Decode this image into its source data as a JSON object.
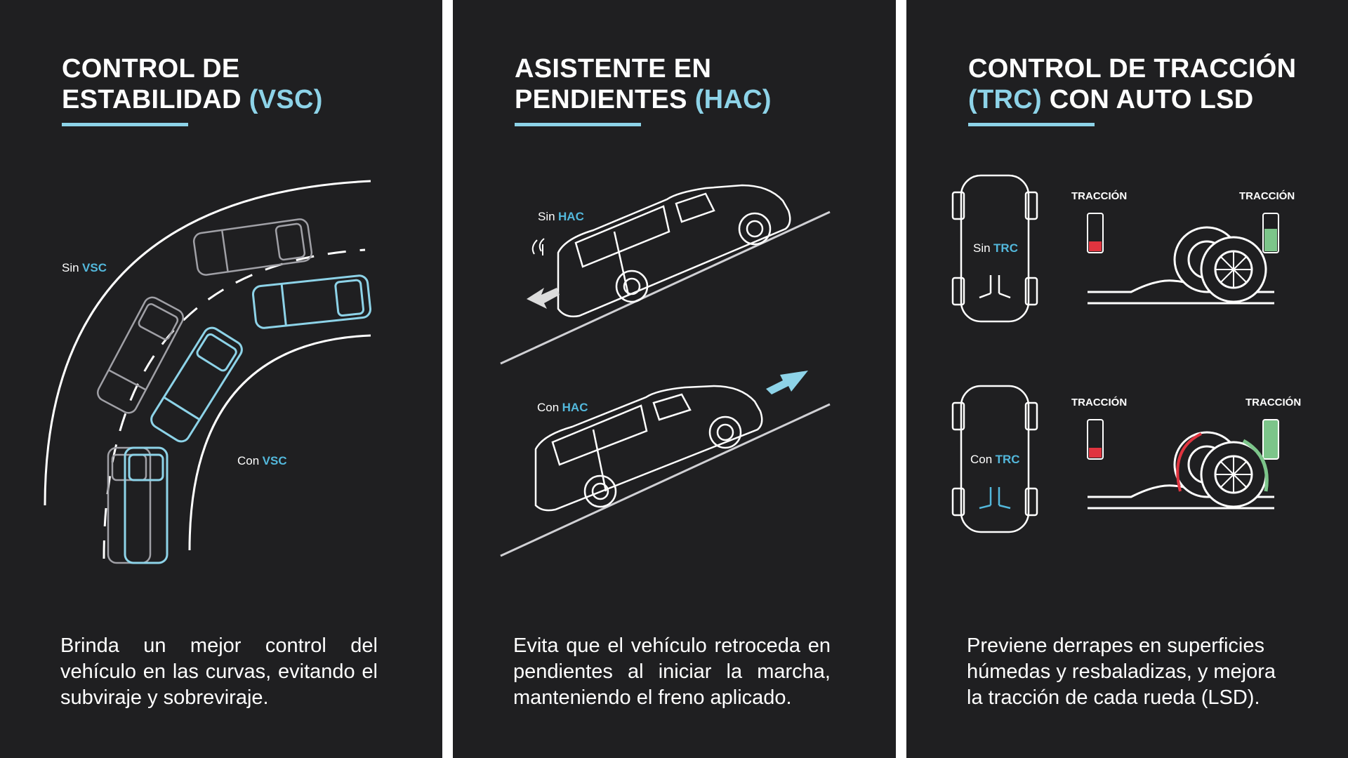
{
  "panels": [
    {
      "title_line1": "CONTROL DE",
      "title_line2_pre": "ESTABILIDAD ",
      "title_line2_acc": "(VSC)",
      "label_without_prefix": "Sin",
      "label_without_code": "VSC",
      "label_with_prefix": "Con",
      "label_with_code": "VSC",
      "description": "Brinda un mejor control del vehículo en las curvas, evitando el subviraje y sobreviraje."
    },
    {
      "title_line1": "ASISTENTE EN",
      "title_line2_pre": "PENDIENTES ",
      "title_line2_acc": "(HAC)",
      "label_without_prefix": "Sin",
      "label_without_code": "HAC",
      "label_with_prefix": "Con",
      "label_with_code": "HAC",
      "description": "Evita que el vehículo retroceda en pendientes al iniciar la marcha, manteniendo el freno aplicado."
    },
    {
      "title_line1_pre": "CONTROL DE TRACCIÓN",
      "title_line2_acc": "(TRC)",
      "title_line2_post": " CON AUTO LSD",
      "label_without_prefix": "Sin",
      "label_without_code": "TRC",
      "label_with_prefix": "Con",
      "label_with_code": "TRC",
      "traction_label": "TRACCIÓN",
      "description": "Previene derrapes en superficies húmedas y resbaladizas, y mejora la tracción de cada rueda (LSD)."
    }
  ],
  "colors": {
    "panel_bg": "#1f1f21",
    "accent": "#8dd3e8",
    "accent_strong": "#53b8dc",
    "meter_red": "#e0343f",
    "meter_green": "#7cc58a",
    "separator": "#ffffff"
  },
  "icons": [
    "van-outline-icon",
    "slip-arrow-icon",
    "wheel-icon",
    "traction-meter-icon",
    "vehicle-top-view-icon"
  ]
}
